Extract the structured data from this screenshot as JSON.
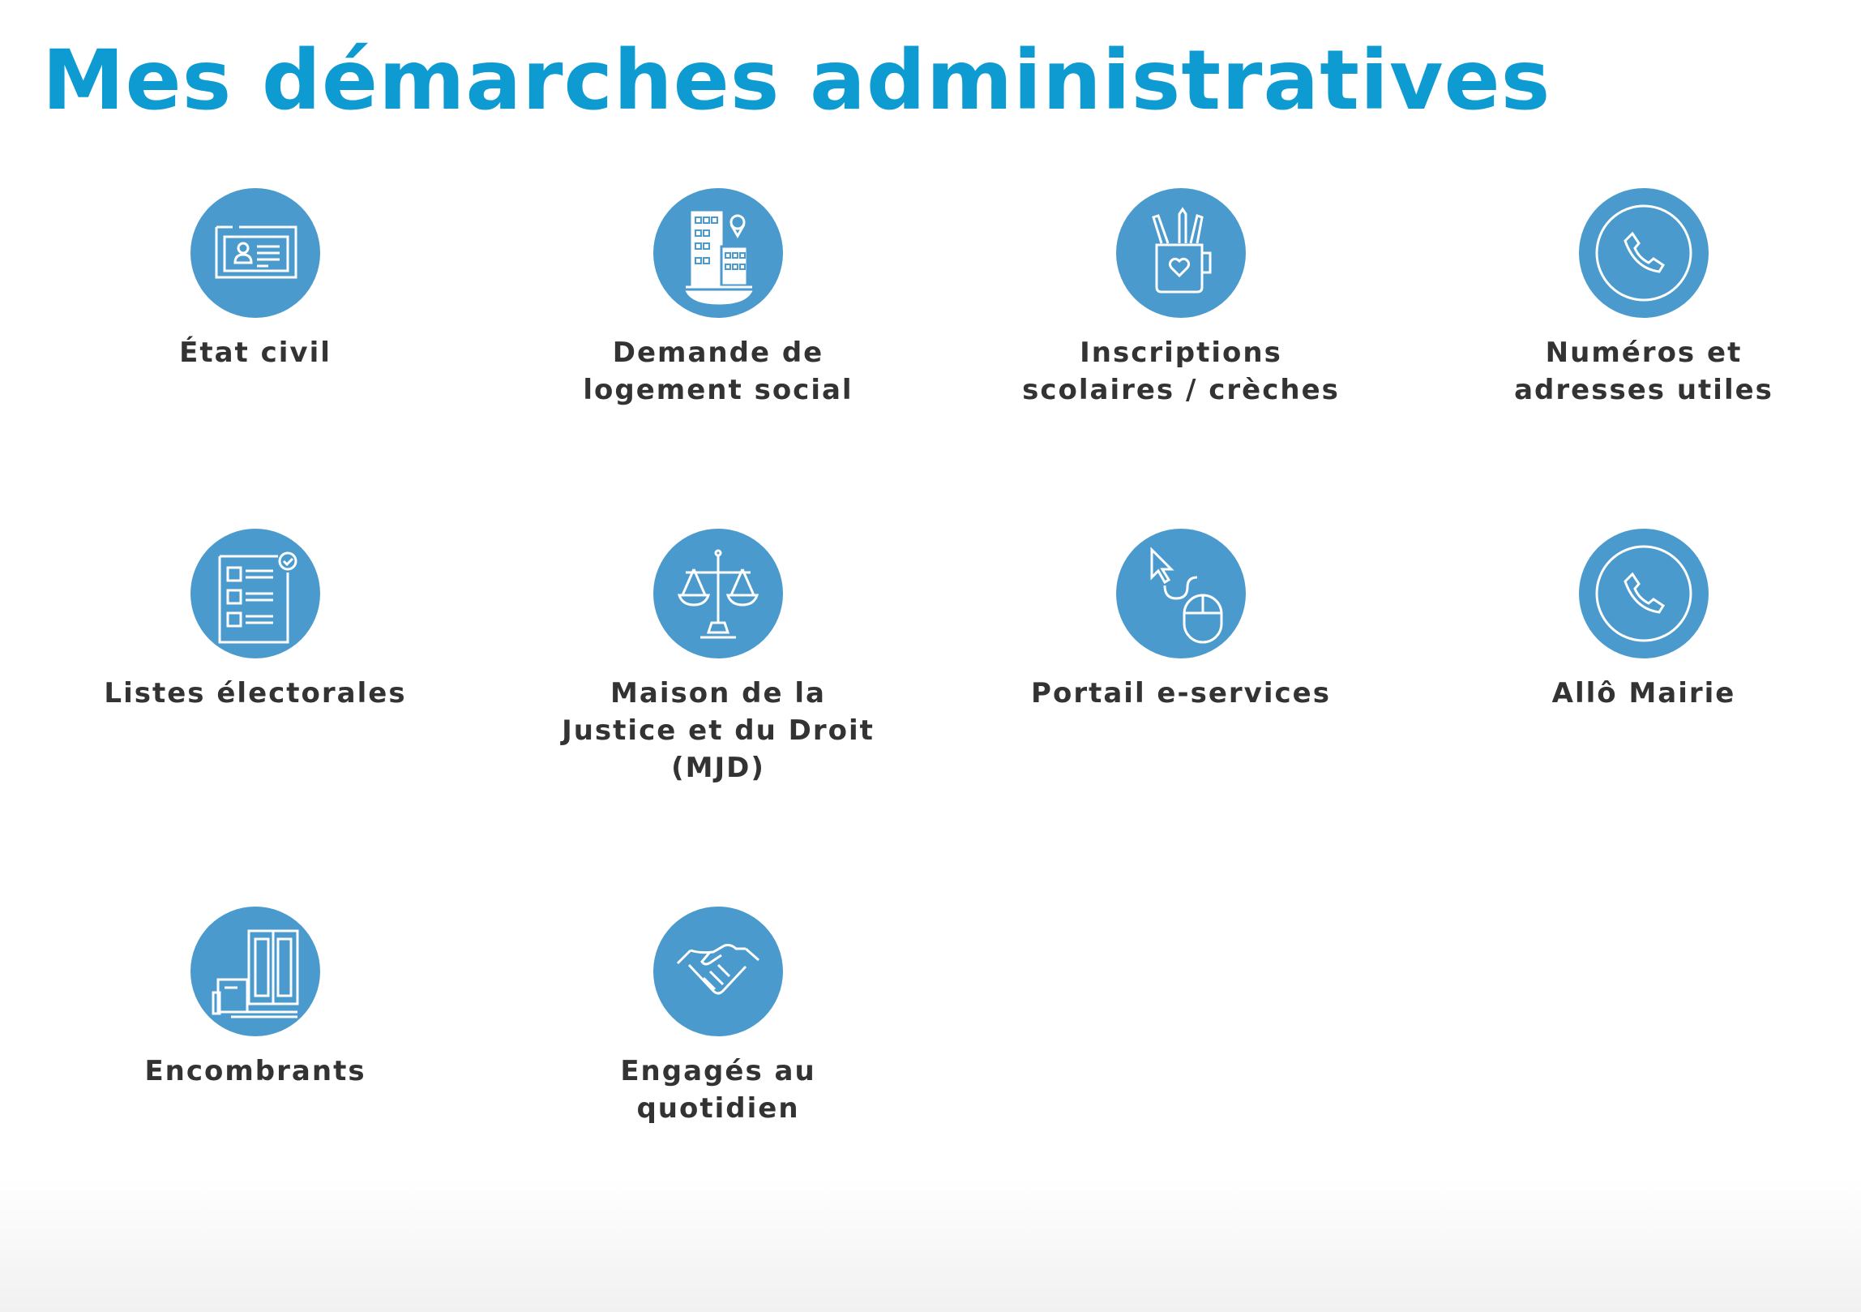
{
  "title": "Mes démarches administratives",
  "colors": {
    "title": "#0d9bd2",
    "icon_bg": "#4a9acd",
    "label": "#333333"
  },
  "items": [
    {
      "label": "État civil",
      "icon": "id-card-icon"
    },
    {
      "label": "Demande de\nlogement social",
      "icon": "buildings-icon"
    },
    {
      "label": "Inscriptions\nscolaires / crèches",
      "icon": "pencil-mug-icon"
    },
    {
      "label": "Numéros et\nadresses utiles",
      "icon": "phone-icon"
    },
    {
      "label": "Listes électorales",
      "icon": "voter-list-icon"
    },
    {
      "label": "Maison de la\nJustice et du Droit\n(MJD)",
      "icon": "scales-icon"
    },
    {
      "label": "Portail e-services",
      "icon": "mouse-cursor-icon"
    },
    {
      "label": "Allô Mairie",
      "icon": "phone-icon"
    },
    {
      "label": "Encombrants",
      "icon": "furniture-icon"
    },
    {
      "label": "Engagés au\nquotidien",
      "icon": "handshake-icon"
    }
  ]
}
